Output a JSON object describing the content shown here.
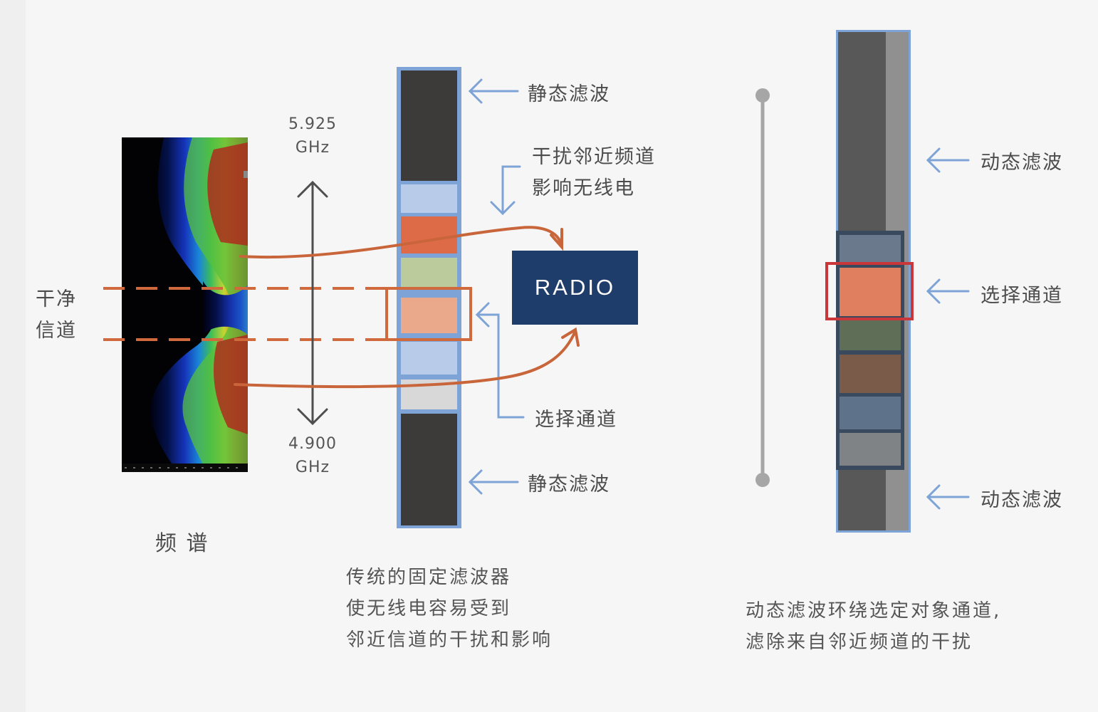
{
  "spectrum": {
    "title": "频 谱",
    "clean_channel_label": "干净\n信道"
  },
  "frequency_axis": {
    "top": "5.925\nGHz",
    "bottom": "4.900\nGHz"
  },
  "static_filter": {
    "top_label": "静态滤波",
    "interference_label": "干扰邻近频道\n影响无线电",
    "select_label": "选择通道",
    "bottom_label": "静态滤波",
    "caption": "传统的固定滤波器\n使无线电容易受到\n邻近信道的干扰和影响",
    "colors": {
      "dark": "#3d3b39",
      "light_blue": "#b8cbe8",
      "orange": "#de6b47",
      "green": "#bccb9b",
      "peach": "#eba98b",
      "gray": "#d8d8d8",
      "border": "#7ea3d6",
      "highlight": "#d0693b"
    }
  },
  "radio": {
    "label": "RADIO",
    "color": "#1f3d6b"
  },
  "dynamic_filter": {
    "top_label": "动态滤波",
    "select_label": "选择通道",
    "bottom_label": "动态滤波",
    "caption": "动态滤波环绕选定对象通道,\n滤除来自邻近频道的干扰",
    "colors": {
      "dark": "#585858",
      "light": "#909090",
      "slate": "#6a7a8c",
      "selected": "#df7f60",
      "green": "#5e6e57",
      "brown": "#7a5a49",
      "blue_gray": "#5e7289",
      "gray": "#7f8386",
      "highlight": "#c9373a"
    }
  },
  "icons": {
    "arrow": "arrow-left-icon",
    "curved_arrow": "curved-arrow-icon",
    "double_arrow": "double-arrow-icon"
  }
}
